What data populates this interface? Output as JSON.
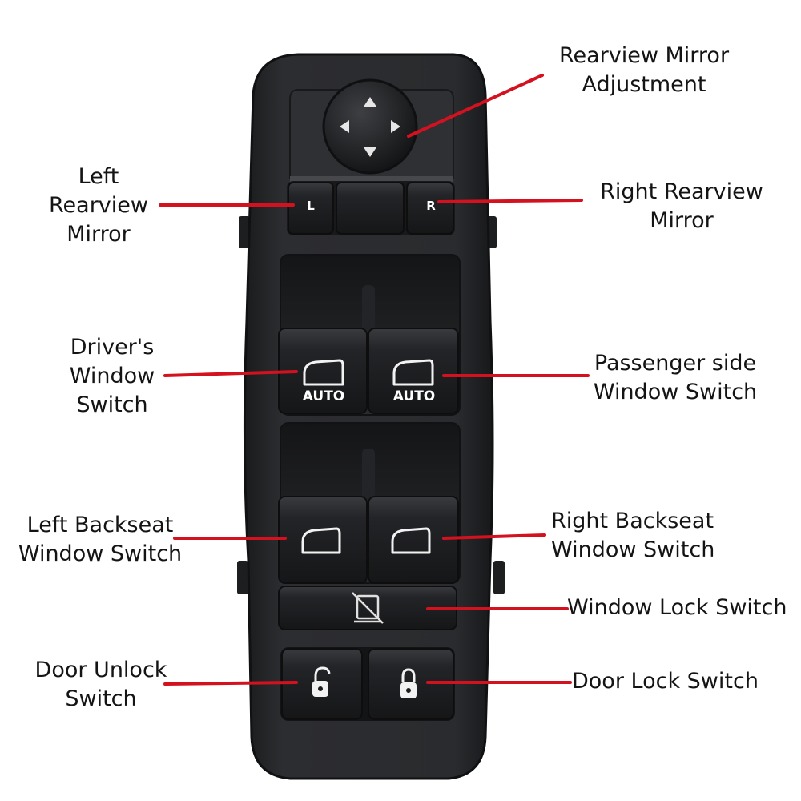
{
  "colors": {
    "panel": "#262729",
    "panel_edge": "#3b3c40",
    "button": "#1c1d1f",
    "leader": "#d4121f",
    "icon": "#f2f2f2"
  },
  "panel": {
    "mirror_left_text": "L",
    "mirror_right_text": "R",
    "driver_auto_text": "AUTO",
    "passenger_auto_text": "AUTO"
  },
  "callouts": [
    {
      "id": "rearview-mirror-adjustment",
      "text": "Rearview Mirror\nAdjustment"
    },
    {
      "id": "left-rearview-mirror",
      "text": "Left\nRearview\nMirror"
    },
    {
      "id": "right-rearview-mirror",
      "text": "Right Rearview\nMirror"
    },
    {
      "id": "drivers-window-switch",
      "text": "Driver's\nWindow\nSwitch"
    },
    {
      "id": "passenger-side-window-switch",
      "text": "Passenger side\nWindow Switch"
    },
    {
      "id": "left-backseat-window-switch",
      "text": "Left Backseat\nWindow Switch"
    },
    {
      "id": "right-backseat-window-switch",
      "text": "Right Backseat\nWindow Switch"
    },
    {
      "id": "window-lock-switch",
      "text": "Window Lock Switch"
    },
    {
      "id": "door-unlock-switch",
      "text": "Door Unlock\nSwitch"
    },
    {
      "id": "door-lock-switch",
      "text": "Door Lock Switch"
    }
  ]
}
